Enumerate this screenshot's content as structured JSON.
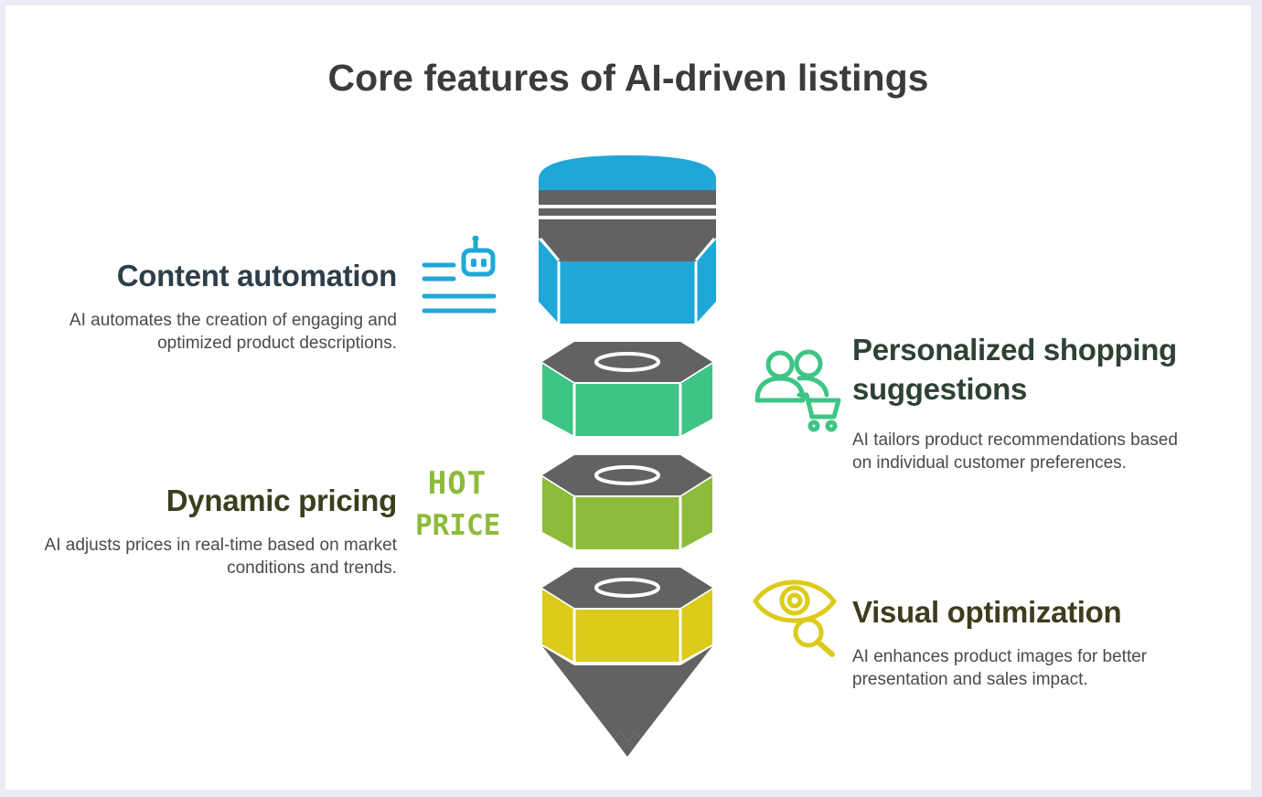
{
  "title": "Core features of AI-driven listings",
  "colors": {
    "title": "#3b3b3b",
    "stack_grey": "#626262",
    "blue": "#1fa7d8",
    "green": "#3ec585",
    "lime": "#8dbb3a",
    "yellow": "#dccb1a",
    "background": "#ecebf3"
  },
  "features": [
    {
      "heading": "Content automation",
      "description": "AI automates the creation of engaging and optimized product descriptions.",
      "icon": "robot-text-icon",
      "color": "#1fa7d8"
    },
    {
      "heading": "Personalized shopping suggestions",
      "description": "AI tailors product recommendations based on individual customer preferences.",
      "icon": "people-cart-icon",
      "color": "#3ec585"
    },
    {
      "heading": "Dynamic pricing",
      "description": "AI adjusts prices in real-time based on market conditions and trends.",
      "icon": "hot-price-icon",
      "icon_text": [
        "HOT",
        "PRICE"
      ],
      "color": "#8dbb3a"
    },
    {
      "heading": "Visual optimization",
      "description": "AI enhances product images for better presentation and sales impact.",
      "icon": "eye-search-icon",
      "color": "#dccb1a"
    }
  ]
}
